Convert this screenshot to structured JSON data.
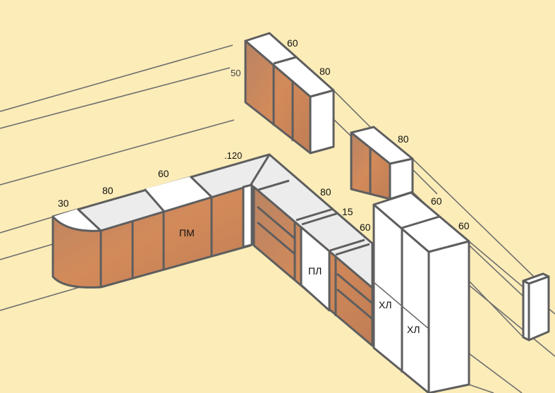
{
  "diagram": {
    "colors": {
      "background": "#fcecb8",
      "cabinet_front": "#c98759",
      "top": "#ededed",
      "edge": "#5e5e5e"
    },
    "upper_cabinets": {
      "left": {
        "width_labels": [
          "60",
          "80"
        ],
        "height_label": "50"
      },
      "right": {
        "width_label": "80"
      }
    },
    "base_cabinets": {
      "width_labels": [
        "30",
        "80",
        "60",
        ".120",
        "80",
        "15",
        "60"
      ],
      "dishwasher_label": "ПМ",
      "oven_label": "ПЛ"
    },
    "tall_cabinets": {
      "width_labels": [
        "60",
        "60"
      ],
      "fridge_labels": [
        "ХЛ",
        "ХЛ"
      ]
    }
  }
}
